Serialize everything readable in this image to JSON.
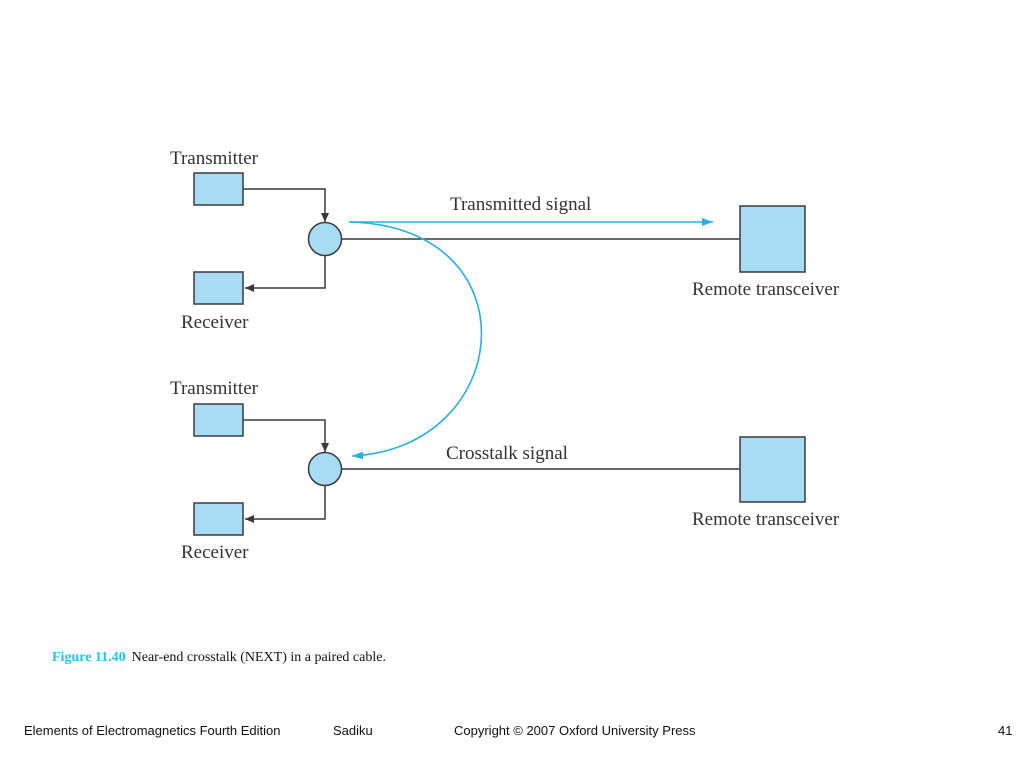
{
  "diagram": {
    "top_transmitter": "Transmitter",
    "top_receiver": "Receiver",
    "transmitted_signal": "Transmitted signal",
    "top_remote": "Remote transceiver",
    "bottom_transmitter": "Transmitter",
    "bottom_receiver": "Receiver",
    "crosstalk_signal": "Crosstalk signal",
    "bottom_remote": "Remote transceiver",
    "colors": {
      "box_fill": "#a8dcf5",
      "signal": "#29b0e0",
      "line": "#3a3a3a"
    }
  },
  "caption": {
    "figure_number": "Figure 11.40",
    "text": "Near-end crosstalk (NEXT) in a paired cable."
  },
  "footer": {
    "book": "Elements of Electromagnetics Fourth Edition",
    "author": "Sadiku",
    "copyright": "Copyright © 2007 Oxford University Press",
    "page": "41"
  }
}
